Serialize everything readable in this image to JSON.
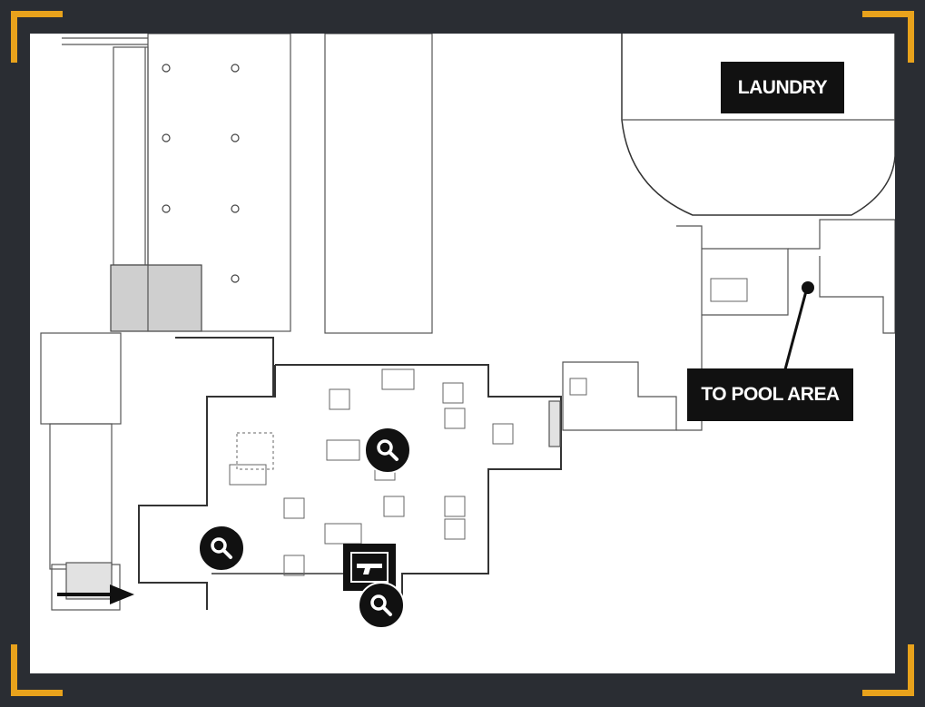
{
  "map": {
    "labels": {
      "laundry": "LAUNDRY",
      "pool_area": "TO POOL AREA"
    },
    "markers": [
      {
        "id": "search-1",
        "icon": "magnifier-icon"
      },
      {
        "id": "search-2",
        "icon": "magnifier-icon"
      },
      {
        "id": "search-3",
        "icon": "magnifier-icon"
      }
    ],
    "weapon_icon": "pistol-icon",
    "entry_arrow": "arrow-right-icon",
    "colors": {
      "frame": "#2a2d33",
      "corner_accent": "#e8a21c",
      "marker": "#111111",
      "background": "#ffffff"
    }
  }
}
